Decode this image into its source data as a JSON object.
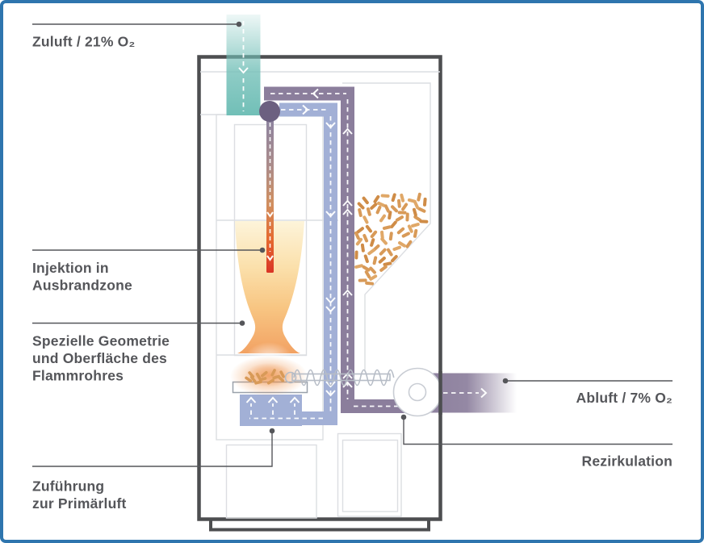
{
  "labels": {
    "zuluft": {
      "lines": [
        "Zuluft / 21% O₂"
      ]
    },
    "injektion": {
      "lines": [
        "Injektion in",
        "Ausbrandzone"
      ]
    },
    "geometrie": {
      "lines": [
        "Spezielle Geometrie",
        "und Oberfläche des",
        "Flammrohres"
      ]
    },
    "zufuehrung": {
      "lines": [
        "Zuführung",
        "zur Primärluft"
      ]
    },
    "abluft": {
      "lines": [
        "Abluft / 7% O₂"
      ]
    },
    "rezirkulation": {
      "lines": [
        "Rezirkulation"
      ]
    }
  },
  "colors": {
    "border": "#2e75ae",
    "text": "#55565a",
    "boiler_outline": "#4d4e50",
    "faint_line": "#dcdee2",
    "mid_line": "#9aa1ab",
    "metal_line": "#b6bcc6",
    "teal": "#71bfb7",
    "recirc_purple": "#8b7e9c",
    "air_blue": "#a2b0d6",
    "valve": "#6c6080",
    "lance_red": "#d93425",
    "glow": "#ee8d42",
    "pellet": "#d89a58",
    "flame_top": "#fdf4da",
    "flame_bottom": "#f2a263"
  },
  "icons": {
    "flow_arrow": "open-chevron",
    "leader_endpoint": "dot",
    "mixing_valve": "filled-circle",
    "fan": "ring-circle"
  },
  "pellets": {
    "hopper_count": 68,
    "tray_count": 12
  }
}
